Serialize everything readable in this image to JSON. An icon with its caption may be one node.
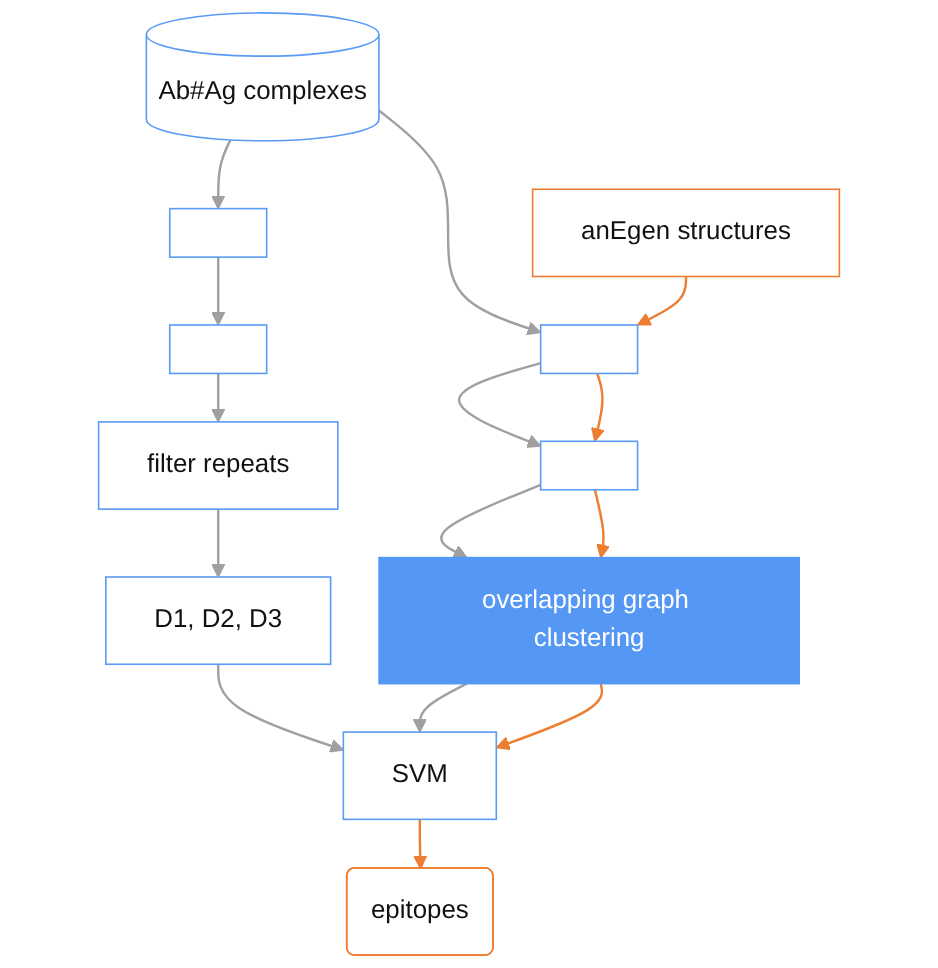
{
  "diagram": {
    "nodes": [
      {
        "text": [
          "Ab#Ag  complexes"
        ]
      },
      {
        "text": [
          "anEgen structures"
        ]
      },
      {
        "text": [],
        "shape": "box"
      },
      {
        "text": [],
        "shape": "box"
      },
      {
        "text": [],
        "shape": "box"
      },
      {
        "text": [],
        "shape": "box"
      },
      {
        "text": [
          "filter repeats"
        ]
      },
      {
        "text": [
          "overlapping graph clustering"
        ]
      },
      {
        "text": [
          "D1, D2, D3"
        ]
      },
      {
        "text": [
          "SVM"
        ]
      },
      {
        "text": [
          "epitopes"
        ]
      }
    ],
    "edges": [
      {
        "from": 0,
        "to": 2,
        "arrow": "to"
      },
      {
        "from": 0,
        "to": 3,
        "arrow": "to"
      },
      {
        "from": 1,
        "to": 3,
        "arrow": "to",
        "color": "#ed7d31"
      },
      {
        "from": 2,
        "to": 4,
        "arrow": "to"
      },
      {
        "from": 3,
        "to": 5,
        "arrow": "to"
      },
      {
        "from": 3,
        "to": 5,
        "arrow": "to",
        "color": "#ed7d31"
      },
      {
        "from": 4,
        "to": 6,
        "arrow": "to"
      },
      {
        "from": 5,
        "to": 7,
        "arrow": "to"
      },
      {
        "from": 5,
        "to": 7,
        "arrow": "to",
        "color": "#ed7d31"
      },
      {
        "from": 6,
        "to": 8,
        "arrow": "to"
      },
      {
        "from": 8,
        "to": 9,
        "arrow": "to"
      },
      {
        "from": 7,
        "to": 9,
        "arrow": "to"
      },
      {
        "from": 7,
        "to": 9,
        "arrow": "to",
        "color": "#ed7d31"
      },
      {
        "from": 9,
        "to": 10,
        "arrow": "to",
        "color": "#ed7d31"
      }
    ]
  }
}
